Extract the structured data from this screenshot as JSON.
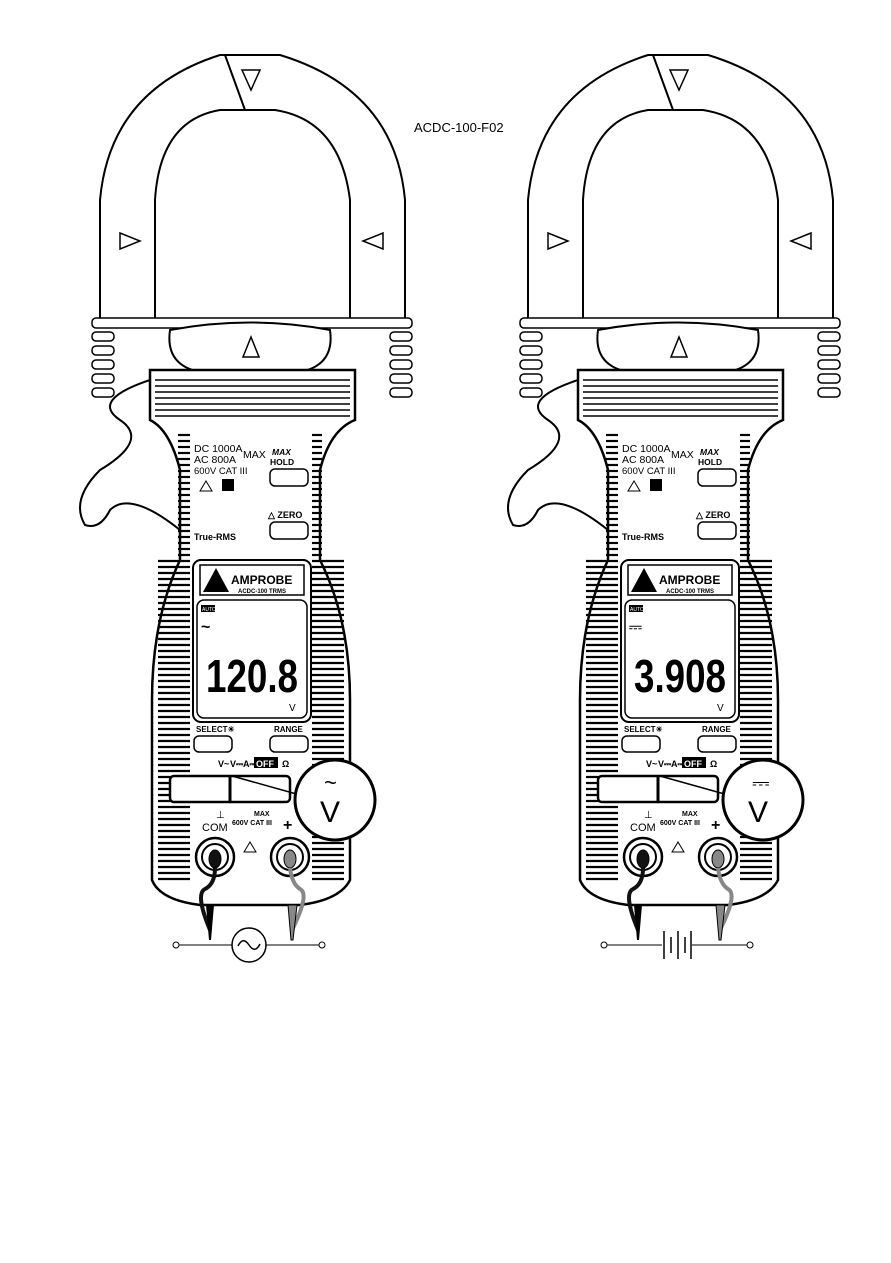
{
  "figure_label": "ACDC-100-F02",
  "meters": [
    {
      "spec_dc": "DC 1000A",
      "spec_ac": "AC   800A",
      "spec_max": "MAX",
      "cat": "600V CAT III",
      "max_label": "MAX",
      "hold_label": "HOLD",
      "zero_label": "△ ZERO",
      "true_rms": "True-RMS",
      "brand": "AMPROBE",
      "model": "ACDC-100 TRMS",
      "auto": "AUTO",
      "mode_symbol": "~",
      "reading": "120.8",
      "unit": "V",
      "select_label": "SELECT☀",
      "range_label": "RANGE",
      "dial_positions": [
        "V~",
        "V⎓",
        "A⎓",
        "OFF",
        "Ω"
      ],
      "magnified_mode": "~",
      "magnified_unit": "V",
      "com_label": "COM",
      "com_symbol": "⊥",
      "jack_max": "MAX",
      "jack_cat": "600V CAT III",
      "plus_label": "+",
      "source": "ac"
    },
    {
      "spec_dc": "DC 1000A",
      "spec_ac": "AC   800A",
      "spec_max": "MAX",
      "cat": "600V CAT III",
      "max_label": "MAX",
      "hold_label": "HOLD",
      "zero_label": "△ ZERO",
      "true_rms": "True-RMS",
      "brand": "AMPROBE",
      "model": "ACDC-100 TRMS",
      "auto": "AUTO",
      "mode_symbol": "⎓",
      "reading": "3.908",
      "unit": "V",
      "select_label": "SELECT☀",
      "range_label": "RANGE",
      "dial_positions": [
        "V~",
        "V⎓",
        "A⎓",
        "OFF",
        "Ω"
      ],
      "magnified_mode": "⎓",
      "magnified_unit": "V",
      "com_label": "COM",
      "com_symbol": "⊥",
      "jack_max": "MAX",
      "jack_cat": "600V CAT III",
      "plus_label": "+",
      "source": "dc"
    }
  ]
}
